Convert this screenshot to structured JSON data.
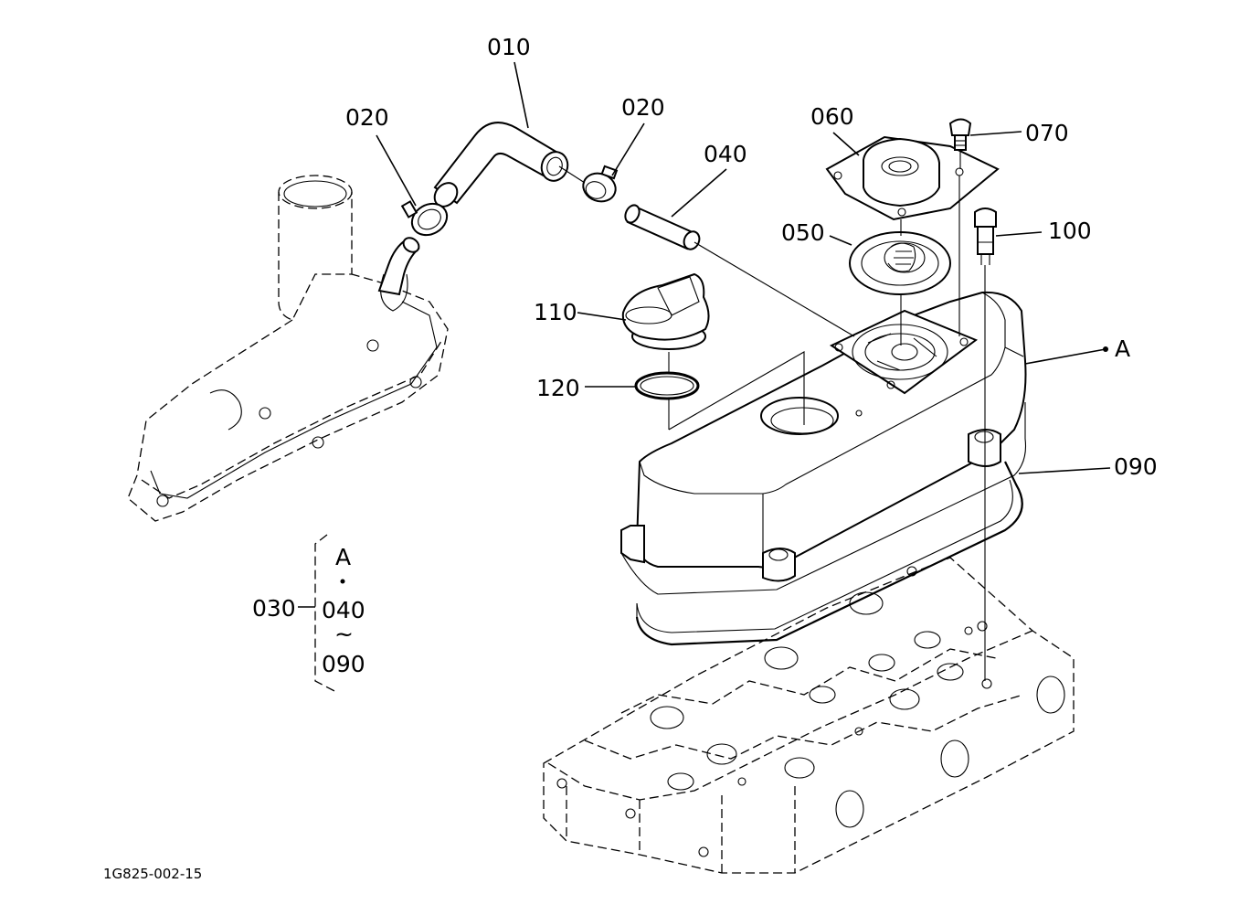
{
  "labels": {
    "p010": "010",
    "p020a": "020",
    "p020b": "020",
    "p040": "040",
    "p050": "050",
    "p060": "060",
    "p070": "070",
    "p100": "100",
    "p110": "110",
    "p120": "120",
    "p090": "090",
    "pA": "A"
  },
  "group": {
    "id": "030",
    "top": "A",
    "from": "040",
    "tilde": "~",
    "to": "090"
  },
  "figure_code": "1G825-002-15"
}
